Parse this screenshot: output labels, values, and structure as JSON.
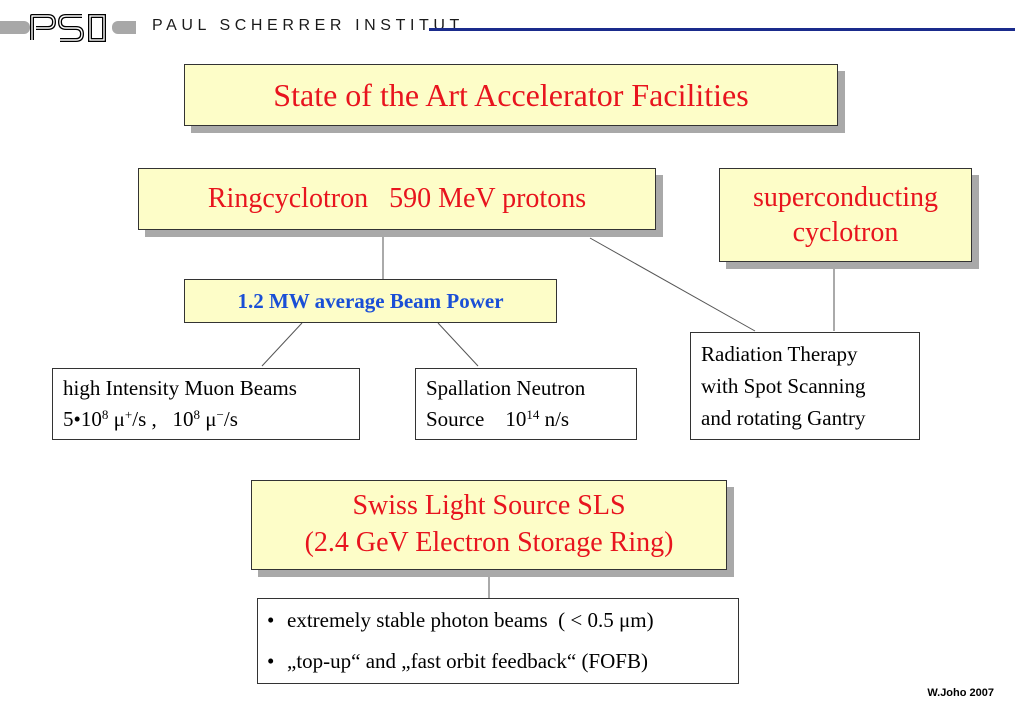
{
  "header": {
    "logo_text": "PSI",
    "institute_name": "PAUL SCHERRER INSTITUT"
  },
  "title": "State of the Art Accelerator Facilities",
  "ringcyclotron": "Ringcyclotron   590 MeV protons",
  "superconducting": {
    "line1": "superconducting",
    "line2": "cyclotron"
  },
  "beam_power": "1.2 MW average Beam Power",
  "muon": {
    "line1": "high Intensity Muon Beams",
    "m1": "5•10",
    "e1": "8",
    "m2": " μ",
    "e2": "+",
    "m3": "/s ,   10",
    "e3": "8",
    "m4": " μ",
    "e4": "−",
    "m5": "/s"
  },
  "spallation": {
    "line1": "Spallation Neutron",
    "m1": "Source    10",
    "e1": "14",
    "m2": " n/s"
  },
  "therapy": {
    "line1": "Radiation Therapy",
    "line2": "with Spot Scanning",
    "line3": "and rotating Gantry"
  },
  "sls": {
    "line1": "Swiss Light Source SLS",
    "line2": "(2.4 GeV Electron Storage Ring)"
  },
  "sls_bullets": [
    "extremely stable photon beams  ( < 0.5 μm)",
    "„top-up“ and „fast orbit feedback“ (FOFB)"
  ],
  "bullet_symbol": "•",
  "footer": "W.Joho 2007",
  "colors": {
    "box_fill": "#fdfdc8",
    "title_text": "#e8141e",
    "power_text": "#1a4fd6",
    "header_rule": "#1a2b8c"
  }
}
